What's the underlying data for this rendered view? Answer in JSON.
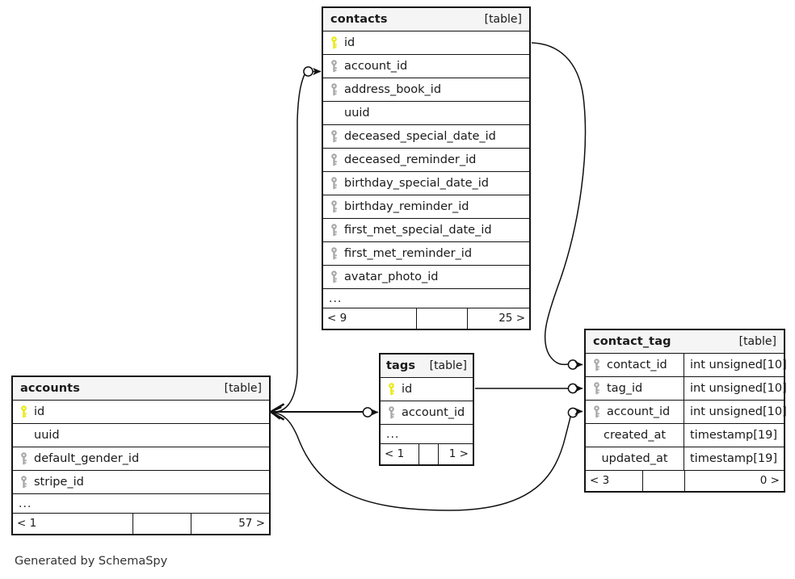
{
  "diagram": {
    "kind_label": "[table]",
    "credit": "Generated by SchemaSpy",
    "ellipsis": "...",
    "colors": {
      "primary_key": "#e8e80e",
      "foreign_key": "#a8a8a8",
      "border": "#141414",
      "header_bg": "#f5f5f5",
      "background": "#ffffff",
      "text": "#1a1a1a"
    },
    "tables": [
      {
        "id": "contacts",
        "name": "contacts",
        "kind": "[table]",
        "columns": [
          {
            "name": "id",
            "key": "primary"
          },
          {
            "name": "account_id",
            "key": "foreign"
          },
          {
            "name": "address_book_id",
            "key": "foreign"
          },
          {
            "name": "uuid",
            "key": "none"
          },
          {
            "name": "deceased_special_date_id",
            "key": "foreign"
          },
          {
            "name": "deceased_reminder_id",
            "key": "foreign"
          },
          {
            "name": "birthday_special_date_id",
            "key": "foreign"
          },
          {
            "name": "birthday_reminder_id",
            "key": "foreign"
          },
          {
            "name": "first_met_special_date_id",
            "key": "foreign"
          },
          {
            "name": "first_met_reminder_id",
            "key": "foreign"
          },
          {
            "name": "avatar_photo_id",
            "key": "foreign"
          }
        ],
        "footer": {
          "left": "< 9",
          "middle": "",
          "right": "25 >"
        }
      },
      {
        "id": "contact_tag",
        "name": "contact_tag",
        "kind": "[table]",
        "columns": [
          {
            "name": "contact_id",
            "key": "foreign",
            "type": "int unsigned[10]"
          },
          {
            "name": "tag_id",
            "key": "foreign",
            "type": "int unsigned[10]"
          },
          {
            "name": "account_id",
            "key": "foreign",
            "type": "int unsigned[10]"
          },
          {
            "name": "created_at",
            "key": "none",
            "type": "timestamp[19]"
          },
          {
            "name": "updated_at",
            "key": "none",
            "type": "timestamp[19]"
          }
        ],
        "footer": {
          "left": "< 3",
          "middle": "",
          "right": "0 >"
        }
      },
      {
        "id": "tags",
        "name": "tags",
        "kind": "[table]",
        "columns": [
          {
            "name": "id",
            "key": "primary"
          },
          {
            "name": "account_id",
            "key": "foreign"
          }
        ],
        "footer": {
          "left": "< 1",
          "middle": "",
          "right": "1 >"
        }
      },
      {
        "id": "accounts",
        "name": "accounts",
        "kind": "[table]",
        "columns": [
          {
            "name": "id",
            "key": "primary"
          },
          {
            "name": "uuid",
            "key": "none"
          },
          {
            "name": "default_gender_id",
            "key": "foreign"
          },
          {
            "name": "stripe_id",
            "key": "foreign"
          }
        ],
        "footer": {
          "left": "< 1",
          "middle": "",
          "right": "57 >"
        }
      }
    ],
    "relationships": [
      {
        "from": "accounts.id",
        "to": "contacts.account_id",
        "cardinality": "one-to-many"
      },
      {
        "from": "accounts.id",
        "to": "tags.account_id",
        "cardinality": "one-to-many"
      },
      {
        "from": "accounts.id",
        "to": "contact_tag.account_id",
        "cardinality": "one-to-many"
      },
      {
        "from": "contacts.id",
        "to": "contact_tag.contact_id",
        "cardinality": "one-to-many"
      },
      {
        "from": "tags.id",
        "to": "contact_tag.tag_id",
        "cardinality": "one-to-many"
      }
    ]
  }
}
